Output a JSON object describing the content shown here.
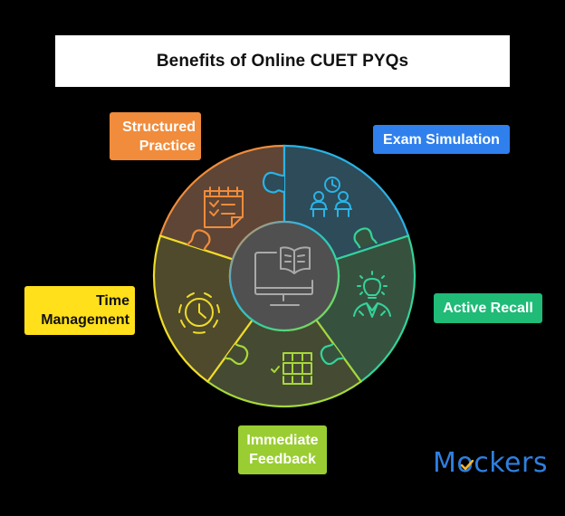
{
  "title": "Benefits of Online CUET PYQs",
  "center": {
    "icon": "computer-book-icon",
    "stroke": "#a9a9a9",
    "fill": "#505050"
  },
  "segments": [
    {
      "id": "structured-practice",
      "label_lines": [
        "Structured",
        "Practice"
      ],
      "label_bg": "#f08c3c",
      "stroke": "#f08c3c",
      "fill": "#5e4535",
      "icon": "checklist-calendar-icon"
    },
    {
      "id": "exam-simulation",
      "label_lines": [
        "Exam Simulation"
      ],
      "label_bg": "#2f80ed",
      "stroke": "#2ab3e6",
      "fill": "#2d4b58",
      "icon": "exam-hall-icon"
    },
    {
      "id": "active-recall",
      "label_lines": [
        "Active Recall"
      ],
      "label_bg": "#1fbb77",
      "stroke": "#34d39a",
      "fill": "#36523f",
      "icon": "lightbulb-person-icon"
    },
    {
      "id": "immediate-feedback",
      "label_lines": [
        "Immediate",
        "Feedback"
      ],
      "label_bg": "#9acd32",
      "stroke": "#a6d83a",
      "fill": "#454a32",
      "icon": "grid-check-icon"
    },
    {
      "id": "time-management",
      "label_lines": [
        "Time",
        "Management"
      ],
      "label_bg": "#ffe01b",
      "stroke": "#f0dc28",
      "fill": "#4f4a2c",
      "icon": "alarm-clock-icon"
    }
  ],
  "logo": {
    "prefix": "M",
    "o": "o",
    "suffix": "ckers",
    "color": "#2f7fe0",
    "check_color": "#f5b731"
  }
}
